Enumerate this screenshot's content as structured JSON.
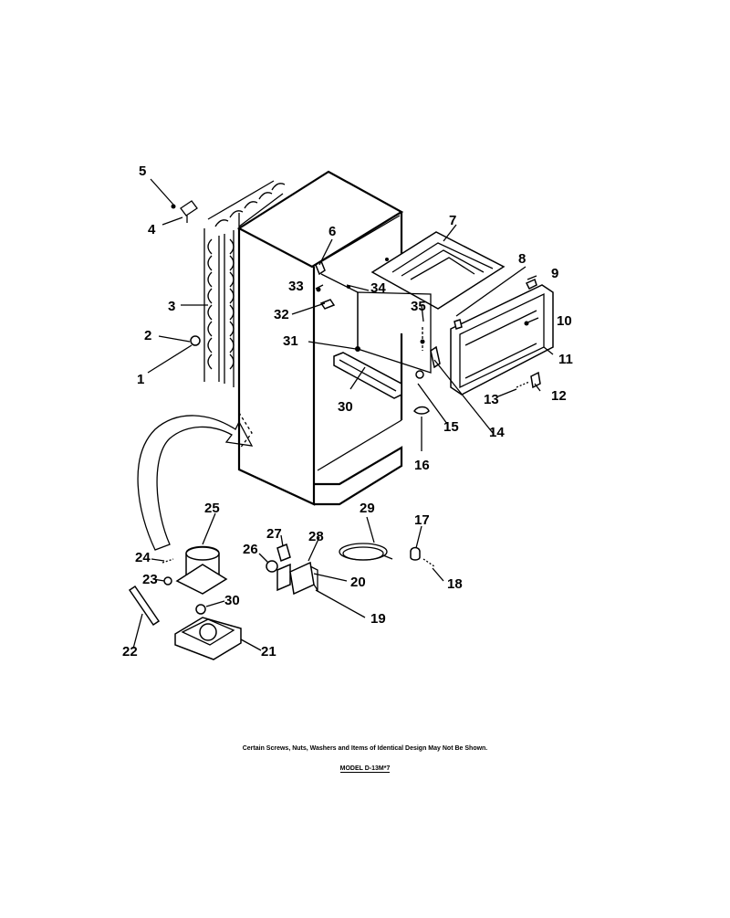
{
  "diagram": {
    "labels": [
      "1",
      "2",
      "3",
      "4",
      "5",
      "6",
      "7",
      "8",
      "9",
      "10",
      "11",
      "12",
      "13",
      "14",
      "15",
      "16",
      "17",
      "18",
      "19",
      "20",
      "21",
      "22",
      "23",
      "24",
      "25",
      "26",
      "27",
      "28",
      "29",
      "30",
      "31",
      "32",
      "33",
      "34",
      "35",
      "30"
    ]
  },
  "footer": {
    "note": "Certain Screws, Nuts, Washers and Items of Identical Design May Not Be Shown.",
    "model": "MODEL D-13M*7"
  }
}
